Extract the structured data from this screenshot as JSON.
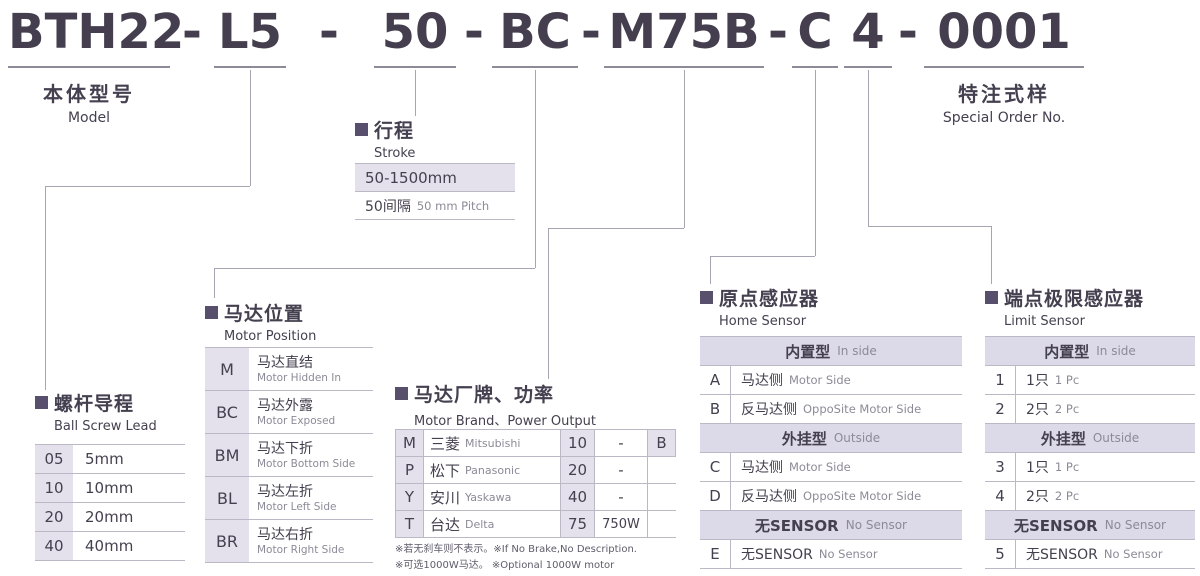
{
  "model_code": {
    "separator": "-",
    "segments": {
      "body": "BTH22",
      "lead": "L5",
      "stroke": "50",
      "motor_position": "BC",
      "motor_brand": "M75B",
      "home_sensor": "C",
      "limit_sensor": "4",
      "special": "0001"
    }
  },
  "top_labels": {
    "model_zh": "本体型号",
    "model_en": "Model",
    "special_zh": "特注式样",
    "special_en": "Special Order No."
  },
  "stroke": {
    "title_zh": "行程",
    "title_en": "Stroke",
    "range": "50-1500mm",
    "pitch_zh": "50间隔",
    "pitch_en": "50 mm Pitch"
  },
  "ball_screw_lead": {
    "title_zh": "螺杆导程",
    "title_en": "Ball Screw Lead",
    "rows": [
      {
        "code": "05",
        "value": "5mm"
      },
      {
        "code": "10",
        "value": "10mm"
      },
      {
        "code": "20",
        "value": "20mm"
      },
      {
        "code": "40",
        "value": "40mm"
      }
    ]
  },
  "motor_position": {
    "title_zh": "马达位置",
    "title_en": "Motor Position",
    "rows": [
      {
        "code": "M",
        "zh": "马达直结",
        "en": "Motor Hidden In"
      },
      {
        "code": "BC",
        "zh": "马达外露",
        "en": "Motor Exposed"
      },
      {
        "code": "BM",
        "zh": "马达下折",
        "en": "Motor Bottom Side"
      },
      {
        "code": "BL",
        "zh": "马达左折",
        "en": "Motor Left Side"
      },
      {
        "code": "BR",
        "zh": "马达右折",
        "en": "Motor Right Side"
      }
    ]
  },
  "motor_brand": {
    "title_zh": "马达厂牌、功率",
    "title_en": "Motor Brand、Power Output",
    "rows": [
      {
        "code": "M",
        "brand_zh": "三菱",
        "brand_en": "Mitsubishi",
        "power_code": "10",
        "power": "-",
        "brake": "B"
      },
      {
        "code": "P",
        "brand_zh": "松下",
        "brand_en": "Panasonic",
        "power_code": "20",
        "power": "-"
      },
      {
        "code": "Y",
        "brand_zh": "安川",
        "brand_en": "Yaskawa",
        "power_code": "40",
        "power": "-"
      },
      {
        "code": "T",
        "brand_zh": "台达",
        "brand_en": "Delta",
        "power_code": "75",
        "power": "750W"
      }
    ],
    "notes": [
      "※若无刹车则不表示。※If No Brake,No Description.",
      "※可选1000W马达。 ※Optional 1000W motor"
    ]
  },
  "home_sensor": {
    "title_zh": "原点感应器",
    "title_en": "Home Sensor",
    "rows": [
      {
        "type": "header",
        "zh": "内置型",
        "en": "In side"
      },
      {
        "code": "A",
        "zh": "马达侧",
        "en": "Motor Side"
      },
      {
        "code": "B",
        "zh": "反马达侧",
        "en": "OppoSite Motor Side"
      },
      {
        "type": "header",
        "zh": "外挂型",
        "en": "Outside"
      },
      {
        "code": "C",
        "zh": "马达侧",
        "en": "Motor Side"
      },
      {
        "code": "D",
        "zh": "反马达侧",
        "en": "OppoSite Motor Side"
      },
      {
        "type": "header",
        "zh": "无SENSOR",
        "en": "No Sensor"
      },
      {
        "code": "E",
        "zh": "无SENSOR",
        "en": "No Sensor"
      }
    ]
  },
  "limit_sensor": {
    "title_zh": "端点极限感应器",
    "title_en": "Limit Sensor",
    "rows": [
      {
        "type": "header",
        "zh": "内置型",
        "en": "In side"
      },
      {
        "code": "1",
        "zh": "1只",
        "en": "1 Pc"
      },
      {
        "code": "2",
        "zh": "2只",
        "en": "2 Pc"
      },
      {
        "type": "header",
        "zh": "外挂型",
        "en": "Outside"
      },
      {
        "code": "3",
        "zh": "1只",
        "en": "1 Pc"
      },
      {
        "code": "4",
        "zh": "2只",
        "en": "2 Pc"
      },
      {
        "type": "header",
        "zh": "无SENSOR",
        "en": "No Sensor"
      },
      {
        "code": "5",
        "zh": "无SENSOR",
        "en": "No Sensor"
      }
    ]
  },
  "colors": {
    "accent": "#584f6c",
    "lavender_row": "#e4e1ec",
    "subheader_row": "#dcd9e8",
    "text": "#45404f",
    "muted_text": "#8d8a97",
    "border": "#bcb9c6",
    "connector_line": "#a8a5b2"
  }
}
